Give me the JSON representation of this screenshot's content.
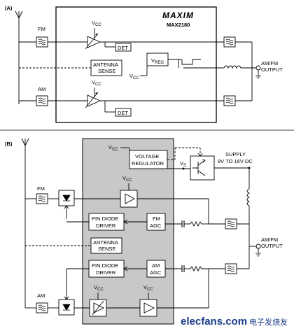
{
  "panel_a": {
    "tag": "(A)",
    "brand": "MAXIM",
    "part": "MAX2180",
    "fm": "FM",
    "am": "AM",
    "vcc_top": "V",
    "vcc_top_sub": "CC",
    "vcc_bottom": "V",
    "vcc_bottom_sub": "CC",
    "det_top": "DET",
    "det_bottom": "DET",
    "antenna_sense_1": "ANTENNA",
    "antenna_sense_2": "SENSE",
    "vreg": "V",
    "vreg_sub": "REG",
    "vcc_mid": "V",
    "vcc_mid_sub": "CC",
    "output_1": "AM/FM",
    "output_2": "OUTPUT"
  },
  "panel_b": {
    "tag": "(B)",
    "fm": "FM",
    "am": "AM",
    "vcc_left": "V",
    "vcc_left_sub": "CC",
    "voltage_reg_1": "VOLTAGE",
    "voltage_reg_2": "REGULATOR",
    "vs": "V",
    "vs_sub": "S",
    "supply_1": "SUPPLY",
    "supply_2": "8V TO 16V DC",
    "vcc_fm_amp": "V",
    "vcc_fm_amp_sub": "CC",
    "pin_fm_1": "PIN DIODE",
    "pin_fm_2": "DRIVER",
    "fm_agc_1": "FM",
    "fm_agc_2": "AGC",
    "antenna_sense_1": "ANTENNA",
    "antenna_sense_2": "SENSE",
    "pin_am_1": "PIN DIODE",
    "pin_am_2": "DRIVER",
    "am_agc_1": "AM",
    "am_agc_2": "AGC",
    "output_1": "AM/FM",
    "output_2": "OUTPUT",
    "vcc_am_att": "V",
    "vcc_am_att_sub": "CC",
    "vcc_am_amp": "V",
    "vcc_am_amp_sub": "CC"
  },
  "watermark": {
    "site": "elecfans.com",
    "cn": "电子发烧友"
  }
}
